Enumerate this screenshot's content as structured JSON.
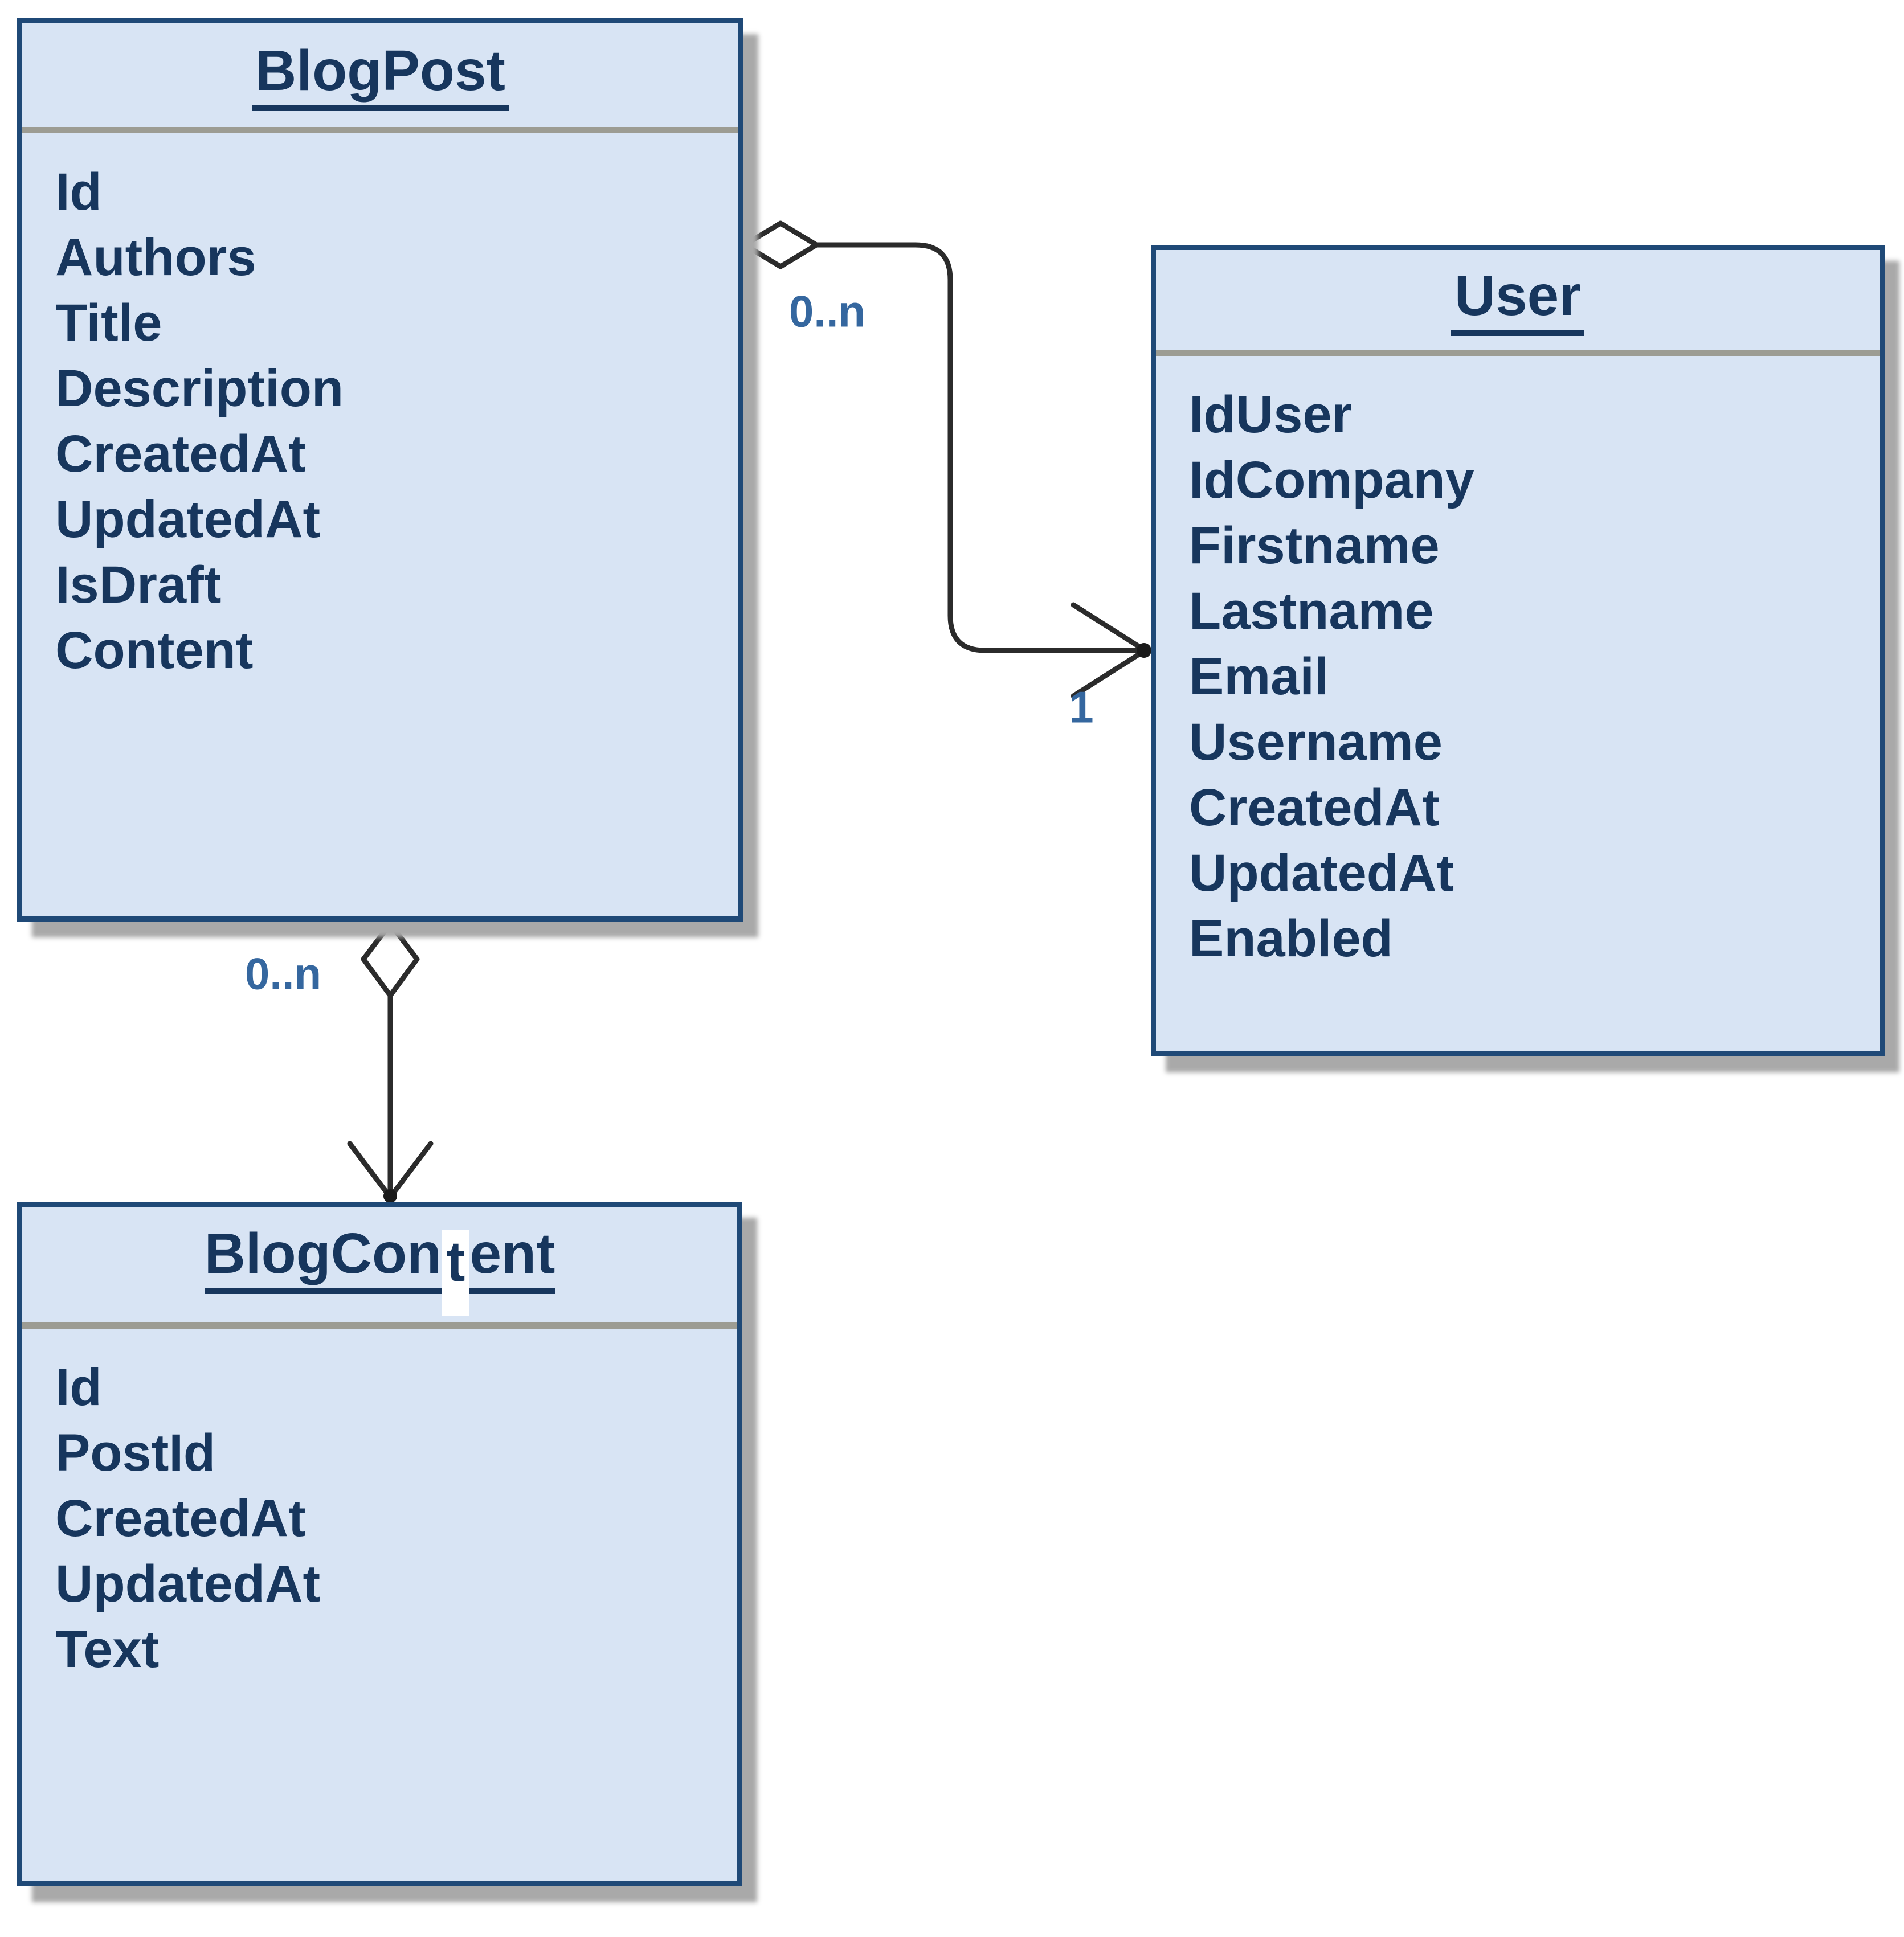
{
  "diagram_title": "",
  "entities": [
    {
      "name": "BlogPost",
      "fields": [
        "Id",
        "Authors",
        "Title",
        "Description",
        "CreatedAt",
        "UpdatedAt",
        "IsDraft",
        "Content"
      ]
    },
    {
      "name": "User",
      "fields": [
        "IdUser",
        "IdCompany",
        "Firstname",
        "Lastname",
        "Email",
        "Username",
        "CreatedAt",
        "UpdatedAt",
        "Enabled"
      ]
    },
    {
      "name": "BlogContent",
      "title_parts": {
        "pre": "BlogCon",
        "artifact": "t",
        "post": "ent"
      },
      "fields": [
        "Id",
        "PostId",
        "CreatedAt",
        "UpdatedAt",
        "Text"
      ]
    }
  ],
  "relationships": [
    {
      "name": "BlogPost-User",
      "source": "BlogPost",
      "target": "User",
      "source_decorator": "open-diamond",
      "target_decorator": "open-arrow",
      "source_multiplicity": "0..n",
      "target_multiplicity": "1"
    },
    {
      "name": "BlogPost-BlogContent",
      "source": "BlogPost",
      "target": "BlogContent",
      "source_decorator": "open-diamond",
      "target_decorator": "open-arrow",
      "source_multiplicity": "0..n"
    }
  ],
  "colors": {
    "background": "#ffffff",
    "box_fill": "#d8e4f4",
    "box_border": "#1f4977",
    "header_separator": "#9c9c93",
    "title_text": "#17365d",
    "field_text": "#17365d",
    "multiplicity_label": "#35679f",
    "connector_line": "#2b2b2b",
    "box_shadow": "#a9a9a9"
  }
}
